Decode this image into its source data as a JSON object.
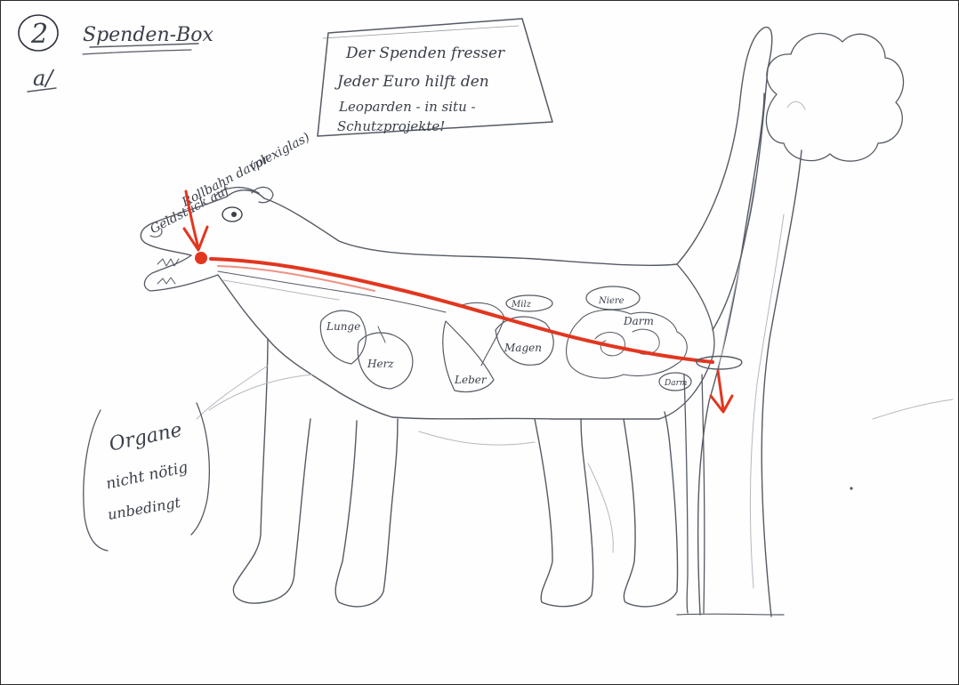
{
  "sheet": {
    "number": "2",
    "title": "Spenden-Box",
    "variant": "a/"
  },
  "slogan": {
    "line1": "Der Spenden fresser",
    "line2": "Jeder Euro hilft den",
    "line3": "Leoparden - in situ -",
    "line4": "Schutzprojekte!"
  },
  "coin_note": {
    "line1": "Geldstück auf",
    "line2": "Rollbahn davor",
    "line3": "(plexiglas)"
  },
  "organs_note": {
    "line1": "Organe",
    "line2": "nicht nötig",
    "line3": "unbedingt"
  },
  "organ_labels": {
    "lunge": "Lunge",
    "herz": "Herz",
    "magen": "Magen",
    "leber": "Leber",
    "milz": "Milz",
    "niere": "Niere",
    "darm": "Darm",
    "darm2": "Darm"
  },
  "colors": {
    "pencil": "#555a63",
    "red_marker": "#e2361f"
  }
}
